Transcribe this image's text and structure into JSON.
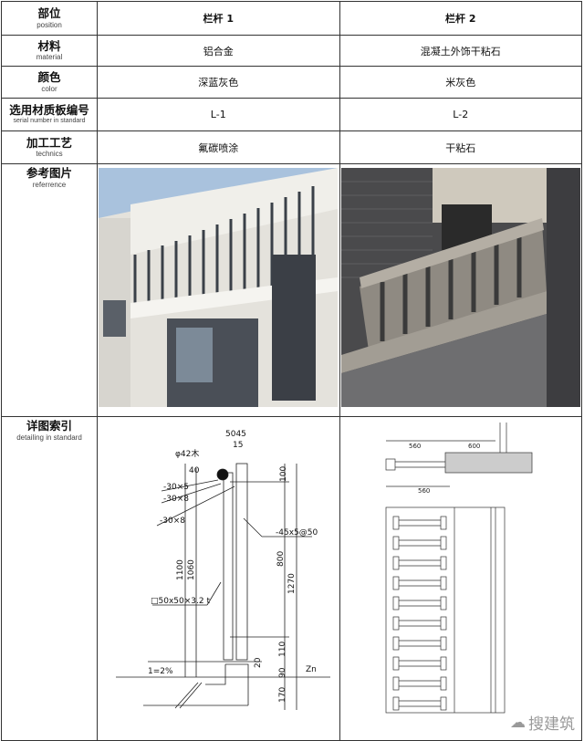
{
  "rows": [
    {
      "cn": "部位",
      "en": "position",
      "c1": "栏杆 1",
      "c2": "栏杆 2"
    },
    {
      "cn": "材料",
      "en": "material",
      "c1": "铝合金",
      "c2": "混凝土外饰干粘石"
    },
    {
      "cn": "颜色",
      "en": "color",
      "c1": "深蓝灰色",
      "c2": "米灰色"
    },
    {
      "cn": "选用材质板编号",
      "en": "serial number in standard",
      "c1": "L-1",
      "c2": "L-2"
    },
    {
      "cn": "加工工艺",
      "en": "technics",
      "c1": "氟碳喷涂",
      "c2": "干粘石"
    },
    {
      "cn": "参考图片",
      "en": "referrence"
    },
    {
      "cn": "详图索引",
      "en": "detailing in standard"
    }
  ],
  "drawing1": {
    "d1": "5045",
    "d2": "15",
    "d3": "φ42木",
    "d4": "40",
    "d5": "-30×5",
    "d6": "-30×8",
    "d7": "-30×8",
    "d8": "-45x5@50",
    "d9": "100",
    "d10": "800",
    "d11": "1270",
    "d12": "1100",
    "d13": "1060",
    "d14": "□50x50×3.2 t",
    "d15": "110",
    "d16": "90",
    "d17": "170",
    "d18": "20",
    "d19": "1=2%",
    "d20": "Zn"
  },
  "drawing2": {
    "d1": "560",
    "d2": "600",
    "d3": "560"
  },
  "watermark": "搜建筑"
}
